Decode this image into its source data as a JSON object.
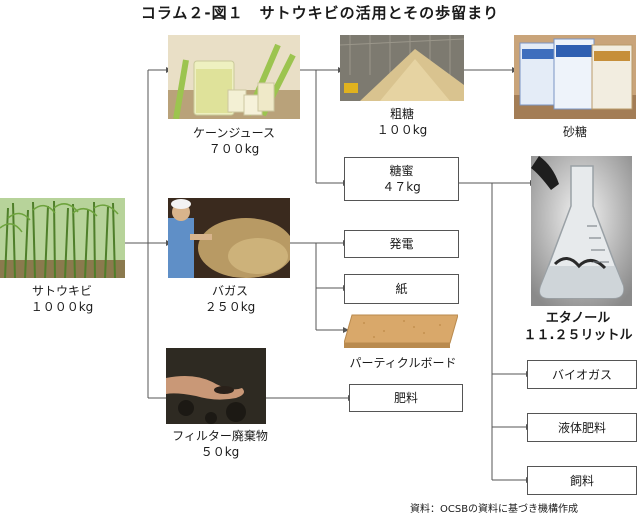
{
  "title": "コラム２-図１　サトウキビの活用とその歩留まり",
  "nodes": {
    "sugarcane": {
      "name": "サトウキビ",
      "amount": "１０００kg"
    },
    "cane_juice": {
      "name": "ケーンジュース",
      "amount": "７００kg"
    },
    "raw_sugar": {
      "name": "粗糖",
      "amount": "１００kg"
    },
    "sugar": {
      "name": "砂糖"
    },
    "molasses": {
      "name": "糖蜜",
      "amount": "４７kg"
    },
    "bagasse": {
      "name": "バガス",
      "amount": "２５０kg"
    },
    "power": {
      "name": "発電"
    },
    "paper": {
      "name": "紙"
    },
    "particleboard": {
      "name": "パーティクルボード"
    },
    "filter_waste": {
      "name": "フィルター廃棄物",
      "amount": "５０kg"
    },
    "fertilizer": {
      "name": "肥料"
    },
    "ethanol": {
      "name": "エタノール",
      "amount": "１１.２５リットル"
    },
    "biogas": {
      "name": "バイオガス"
    },
    "liquid_fertilizer": {
      "name": "液体肥料"
    },
    "feed": {
      "name": "飼料"
    }
  },
  "source": "資料：OCSBの資料に基づき機構作成"
}
